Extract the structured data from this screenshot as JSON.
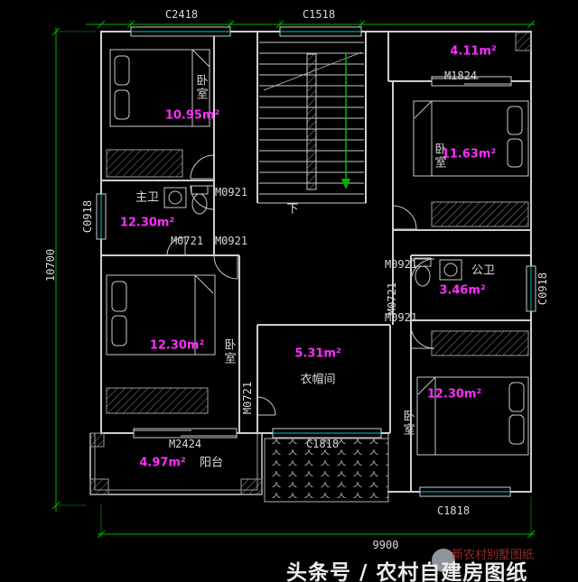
{
  "drawing": {
    "type": "floor-plan"
  },
  "colors": {
    "background": "#000000",
    "walls": "#cdcdcd",
    "windows": "#00c8c8",
    "dimensions": "#00b400",
    "area_text": "#ff2dff",
    "label_text": "#d9d9d9"
  },
  "dimensions": {
    "overall_width": "9900",
    "overall_height": "10700"
  },
  "windows": {
    "c2418": "C2418",
    "c1518": "C1518",
    "c0918": "C0918",
    "c1818": "C1818"
  },
  "doors": {
    "m0921": "M0921",
    "m0721": "M0721",
    "m1824": "M1824",
    "m2424": "M2424"
  },
  "rooms": {
    "bedroom_top_left": {
      "name": "卧室",
      "area": "10.95m²"
    },
    "bedroom_top_right": {
      "name": "卧室",
      "area": "11.63m²"
    },
    "master_bath": {
      "name": "主卫",
      "area": "12.30m²"
    },
    "bedroom_bottom_left": {
      "name": "卧室",
      "area": "12.30m²"
    },
    "cloakroom": {
      "name": "衣帽间",
      "area": "5.31m²"
    },
    "public_bath": {
      "name": "公卫",
      "area": "3.46m²"
    },
    "bedroom_bottom_right": {
      "name": "卧室",
      "area": "12.30m²"
    },
    "balcony": {
      "name": "阳台",
      "area": "4.97m²"
    },
    "terrace_top_right": {
      "area": "4.11m²"
    }
  },
  "stair": {
    "down_label": "下"
  },
  "watermark": {
    "text": "头条号 / 农村自建房图纸",
    "stamp": "新农村别墅图纸"
  }
}
